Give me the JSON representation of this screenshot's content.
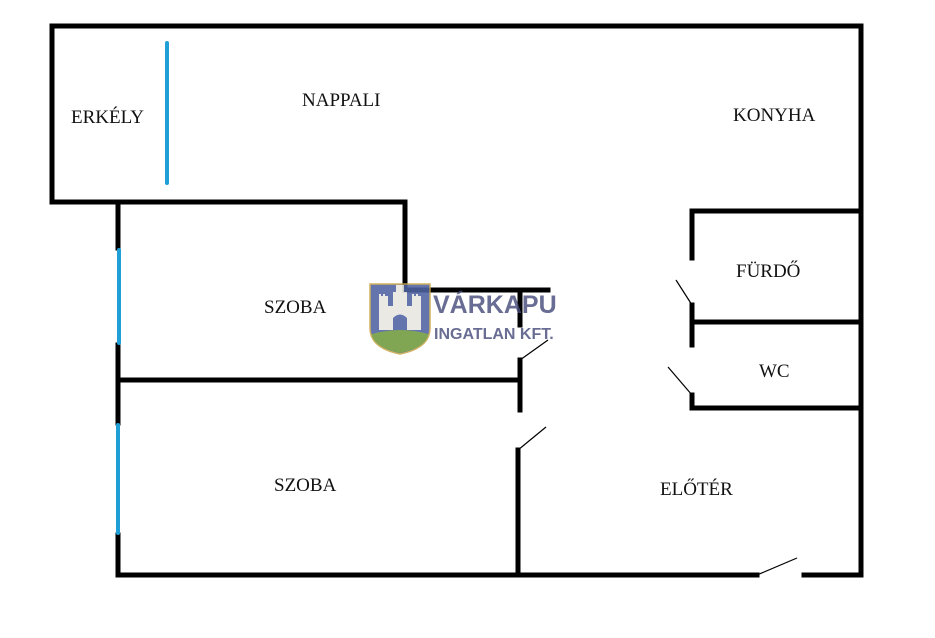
{
  "plan": {
    "rooms": {
      "erkely": "ERKÉLY",
      "nappali": "NAPPALI",
      "konyha": "KONYHA",
      "furdo": "FÜRDŐ",
      "szoba_upper": "SZOBA",
      "wc": "WC",
      "szoba_lower": "SZOBA",
      "eloter": "ELŐTÉR"
    },
    "logo": {
      "title": "VÁRKAPU",
      "subtitle": "INGATLAN KFT."
    },
    "colors": {
      "wall": "#000000",
      "window": "#1e9fd6",
      "logo_text": "#454b7a",
      "logo_shield": "#4f63a3",
      "logo_grass": "#6f9a3d"
    }
  }
}
